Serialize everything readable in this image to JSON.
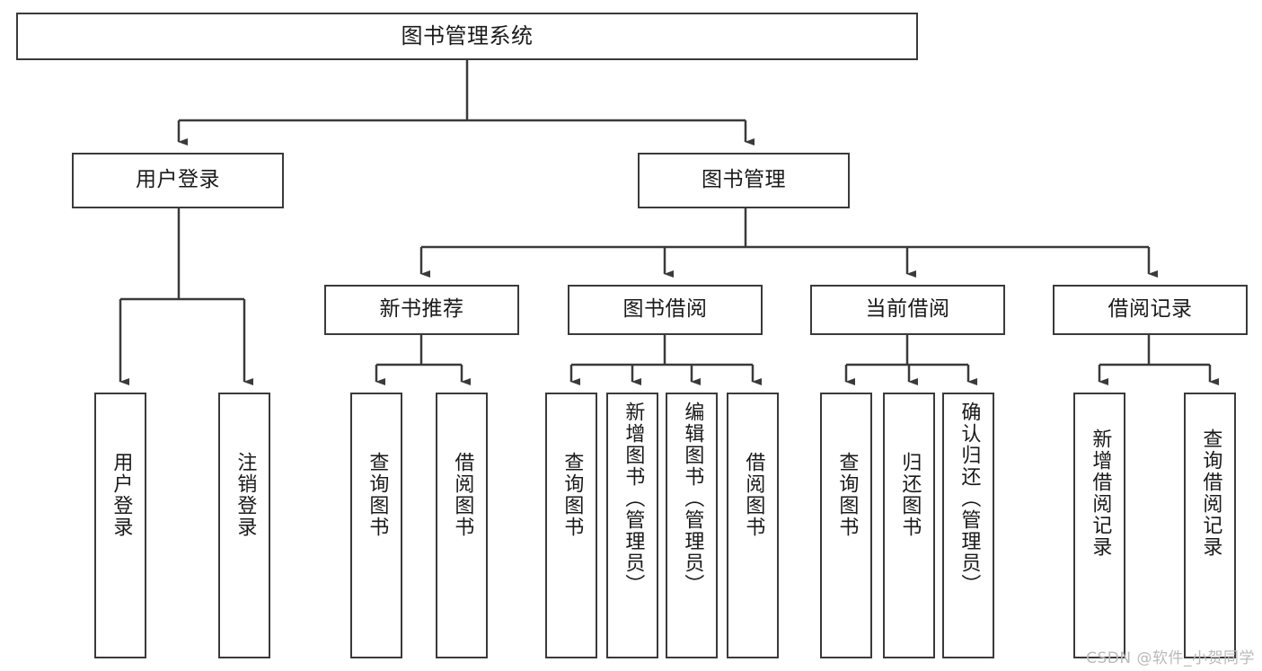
{
  "diagram": {
    "title": "图书管理系统",
    "type": "hierarchy-tree",
    "root": {
      "label": "图书管理系统"
    },
    "level2": [
      {
        "label": "用户登录"
      },
      {
        "label": "图书管理"
      }
    ],
    "level3": [
      {
        "label": "新书推荐"
      },
      {
        "label": "图书借阅"
      },
      {
        "label": "当前借阅"
      },
      {
        "label": "借阅记录"
      }
    ],
    "leaves": {
      "user_login": [
        {
          "label": "用户登录"
        },
        {
          "label": "注销登录"
        }
      ],
      "new_book_recommend": [
        {
          "label": "查询图书"
        },
        {
          "label": "借阅图书"
        }
      ],
      "book_borrow": [
        {
          "label": "查询图书"
        },
        {
          "label": "新增图书（管理员）"
        },
        {
          "label": "编辑图书（管理员）"
        },
        {
          "label": "借阅图书"
        }
      ],
      "current_borrow": [
        {
          "label": "查询图书"
        },
        {
          "label": "归还图书"
        },
        {
          "label": "确认归还（管理员）"
        }
      ],
      "borrow_record": [
        {
          "label": "新增借阅记录"
        },
        {
          "label": "查询借阅记录"
        }
      ]
    }
  },
  "watermark": {
    "text": "CSDN @软件_小贺同学"
  },
  "colors": {
    "border": "#3a3a3a",
    "background": "#ffffff",
    "text": "#1a1a1a",
    "watermark": "#b9b9b9"
  }
}
